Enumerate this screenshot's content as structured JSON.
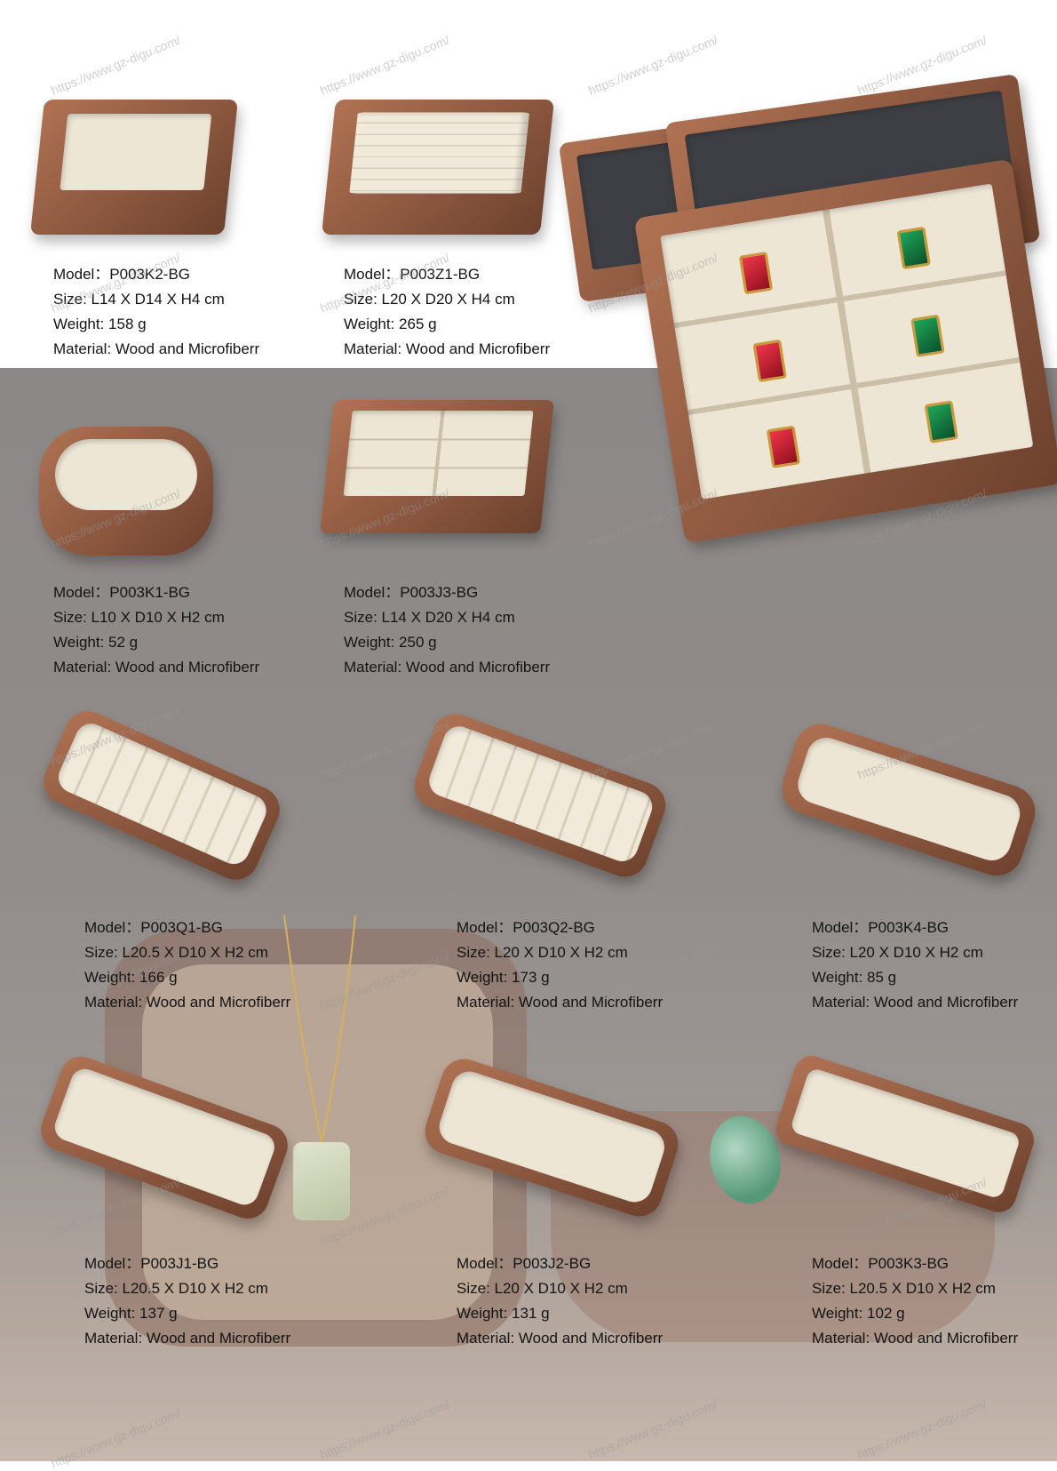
{
  "watermark": "https://www.gz-digu.com/",
  "products": [
    {
      "model": "Model：P003K2-BG",
      "size": "Size: L14 X D14 X H4 cm",
      "weight": "Weight: 158 g",
      "material": "Material: Wood and Microfiberr"
    },
    {
      "model": "Model：P003Z1-BG",
      "size": "Size: L20 X D20 X H4 cm",
      "weight": "Weight: 265 g",
      "material": "Material: Wood and Microfiberr"
    },
    {
      "model": "Model：P003K1-BG",
      "size": "Size: L10 X D10 X H2 cm",
      "weight": "Weight: 52 g",
      "material": "Material: Wood and Microfiberr"
    },
    {
      "model": "Model：P003J3-BG",
      "size": "Size: L14 X D20 X H4 cm",
      "weight": "Weight: 250 g",
      "material": "Material: Wood and Microfiberr"
    },
    {
      "model": "Model：P003Q1-BG",
      "size": "Size: L20.5 X D10 X H2 cm",
      "weight": "Weight: 166 g",
      "material": "Material: Wood and Microfiberr"
    },
    {
      "model": "Model：P003Q2-BG",
      "size": "Size: L20 X D10 X H2 cm",
      "weight": "Weight: 173 g",
      "material": "Material: Wood and Microfiberr"
    },
    {
      "model": "Model：P003K4-BG",
      "size": "Size: L20 X D10 X H2 cm",
      "weight": "Weight: 85 g",
      "material": "Material: Wood and Microfiberr"
    },
    {
      "model": "Model：P003J1-BG",
      "size": "Size: L20.5 X D10 X H2 cm",
      "weight": "Weight: 137 g",
      "material": "Material: Wood and Microfiberr"
    },
    {
      "model": "Model：P003J2-BG",
      "size": "Size: L20 X D10 X H2 cm",
      "weight": "Weight: 131 g",
      "material": "Material: Wood and Microfiberr"
    },
    {
      "model": "Model：P003K3-BG",
      "size": "Size: L20.5 X D10 X H2 cm",
      "weight": "Weight: 102 g",
      "material": "Material: Wood and Microfiberr"
    }
  ]
}
